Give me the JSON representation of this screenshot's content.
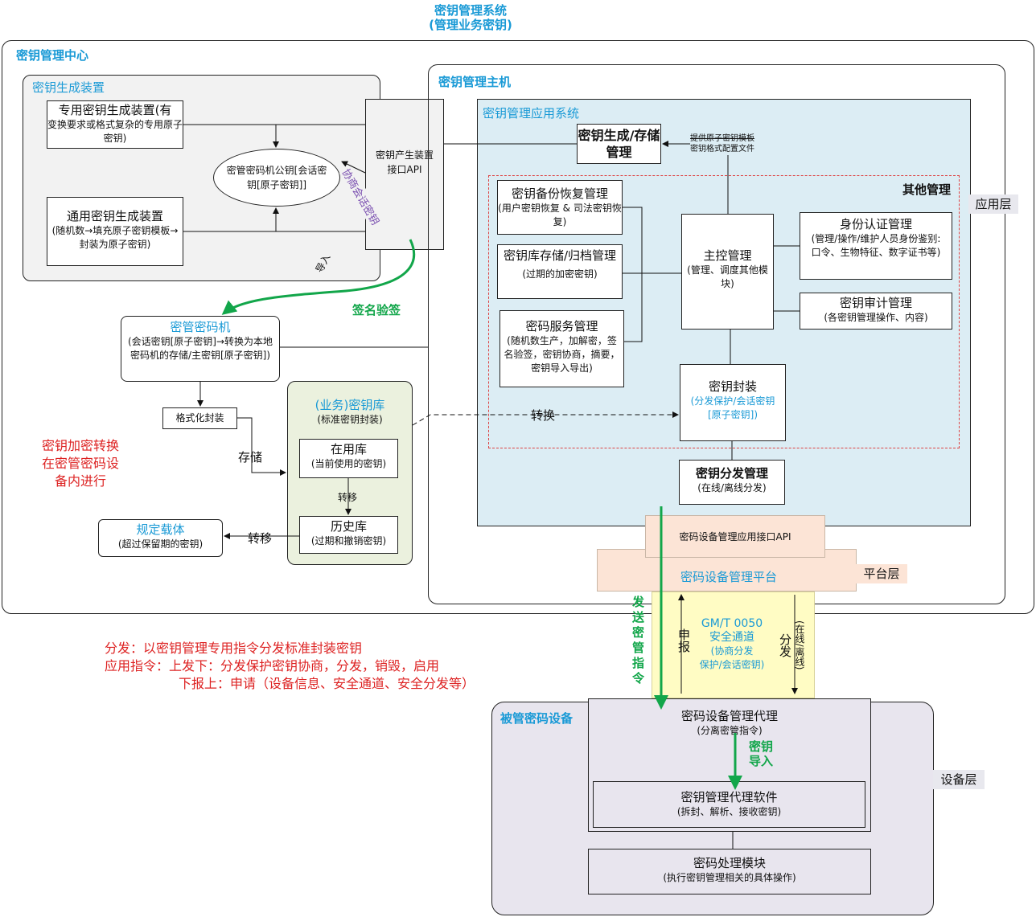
{
  "system": {
    "title": "密钥管理系统",
    "subtitle": "(管理业务密钥)"
  },
  "center": {
    "title": "密钥管理中心"
  },
  "gen_device": {
    "title": "密钥生成装置",
    "special": {
      "main": "专用密钥生成装置(有",
      "sub": "变换要求或格式复杂的专用原子密钥)"
    },
    "general": {
      "main": "通用密钥生成装置",
      "sub": "(随机数→填充原子密钥模板→封装为原子密钥)"
    },
    "ellipse": "密管密码机公钥[会话密钥[原子密钥]]",
    "api": "密钥产生装置接口API"
  },
  "host": {
    "title": "密钥管理主机"
  },
  "app_system": {
    "title": "密钥管理应用系统",
    "layer": "应用层"
  },
  "gen_store": {
    "label": "密钥生成/存储管理"
  },
  "template_note": {
    "line1": "提供原子密钥模板",
    "line2": "密钥格式配置文件"
  },
  "other_mgmt": {
    "title": "其他管理"
  },
  "backup": {
    "main": "密钥备份恢复管理",
    "sub": "(用户密钥恢复 & 司法密钥恢复)"
  },
  "archive": {
    "main": "密钥库存储/归档管理",
    "sub": "(过期的加密密钥)"
  },
  "crypto_service": {
    "main": "密码服务管理",
    "sub": "(随机数生产，加解密，签名验签，密钥协商，摘要，密钥导入导出)"
  },
  "master": {
    "main": "主控管理",
    "sub": "(管理、调度其他模块)"
  },
  "identity": {
    "main": "身份认证管理",
    "sub": "(管理/操作/维护人员身份鉴别:口令、生物特征、数字证书等)"
  },
  "audit": {
    "main": "密钥审计管理",
    "sub": "(各密钥管理操作、内容)"
  },
  "wrap": {
    "main": "密钥封装",
    "sub": "(分发保护/会话密钥[原子密钥])"
  },
  "dist": {
    "main": "密钥分发管理",
    "sub": "(在线/离线分发)"
  },
  "api_layer": {
    "label": "密码设备管理应用接口API"
  },
  "platform": {
    "label": "密码设备管理平台",
    "layer": "平台层"
  },
  "kms_machine": {
    "title": "密管密码机",
    "sub": "(会话密钥[原子密钥]→转换为本地密码机的存储/主密钥[原子密钥])"
  },
  "format_wrap": {
    "label": "格式化封装"
  },
  "repo": {
    "title": "(业务)密钥库",
    "sub": "(标准密钥封装)",
    "in_use": {
      "main": "在用库",
      "sub": "(当前使用的密钥)"
    },
    "history": {
      "main": "历史库",
      "sub": "(过期和撤销密钥)"
    },
    "transfer": "转移"
  },
  "carrier": {
    "main": "规定载体",
    "sub": "(超过保留期的密钥)"
  },
  "labels": {
    "negotiate": "协商会话密钥",
    "import": "导入",
    "verify": "签名验签",
    "store": "存储",
    "transfer_out": "转移",
    "convert": "转换",
    "send_cmd": "发送密管指令",
    "apply": "申报",
    "distribute": "分发",
    "online_offline": "(在线/离线)",
    "key_import": "密钥导入"
  },
  "red_note": {
    "line1": "密钥加密转换",
    "line2": "在密管密码设",
    "line3": "备内进行"
  },
  "dist_note": {
    "line1": "分发：以密钥管理专用指令分发标准封装密钥",
    "line2": "应用指令：上发下：分发保护密钥协商，分发，销毁，启用",
    "line3": "下报上：申请（设备信息、安全通道、安全分发等）"
  },
  "channel": {
    "std": "GM/T 0050",
    "name": "安全通道",
    "sub1": "(协商分发",
    "sub2": "保护/会话密钥)"
  },
  "device": {
    "title": "被管密码设备",
    "layer": "设备层"
  },
  "agent": {
    "main": "密码设备管理代理",
    "sub": "(分离密管指令)"
  },
  "agent_sw": {
    "main": "密钥管理代理软件",
    "sub": "(拆封、解析、接收密钥)"
  },
  "proc": {
    "main": "密码处理模块",
    "sub": "(执行密钥管理相关的具体操作)"
  },
  "colors": {
    "accent": "#1a9ad6",
    "green": "#12a64a",
    "red": "#d22222",
    "app_bg": "#dcedf4",
    "platform_bg": "#fce4d6",
    "channel_bg": "#fffcc4",
    "device_bg": "#e8e5ee",
    "repo_bg": "#ebf1de",
    "gen_bg": "#f2f2f2"
  }
}
